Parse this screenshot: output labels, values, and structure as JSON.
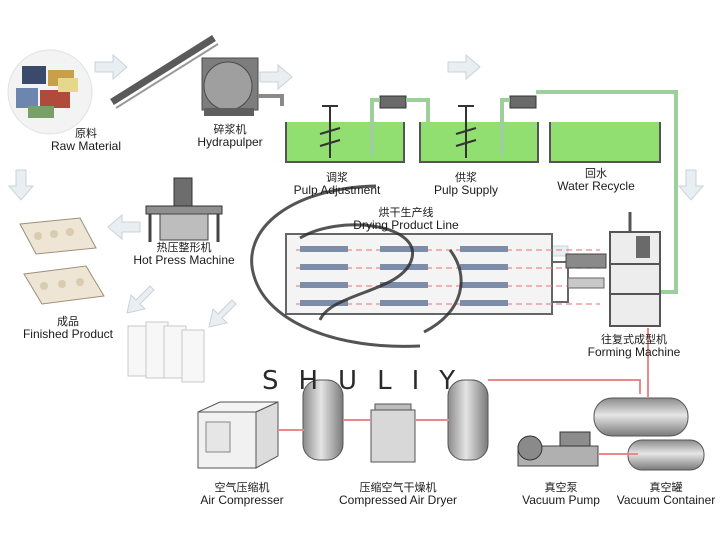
{
  "watermark": "SHULIY",
  "labels": {
    "raw_material": {
      "cn": "原料",
      "en": "Raw Material"
    },
    "hydrapulper": {
      "cn": "碎浆机",
      "en": "Hydrapulper"
    },
    "pulp_adjustment": {
      "cn": "调浆",
      "en": "Pulp Adjustment"
    },
    "pulp_supply": {
      "cn": "供浆",
      "en": "Pulp Supply"
    },
    "water_recycle": {
      "cn": "回水",
      "en": "Water Recycle"
    },
    "drying_line": {
      "cn": "烘干生产线",
      "en": "Drying Product Line"
    },
    "hot_press": {
      "cn": "热压整形机",
      "en": "Hot Press Machine"
    },
    "finished_product": {
      "cn": "成品",
      "en": "Finished Product"
    },
    "forming_machine": {
      "cn": "往复式成型机",
      "en": "Forming Machine"
    },
    "air_compressor": {
      "cn": "空气压缩机",
      "en": "Air Compresser"
    },
    "air_dryer": {
      "cn": "压缩空气干燥机",
      "en": "Compressed Air Dryer"
    },
    "vacuum_pump": {
      "cn": "真空泵",
      "en": "Vacuum Pump"
    },
    "vacuum_container": {
      "cn": "真空罐",
      "en": "Vacuum Container"
    }
  },
  "colors": {
    "pool_green": "#7ed957",
    "pipe_red": "#e98a8a",
    "pipe_green": "#b9d7b2",
    "arrow_fill": "#e8eef2",
    "machine_gray": "#9a9a9a"
  }
}
